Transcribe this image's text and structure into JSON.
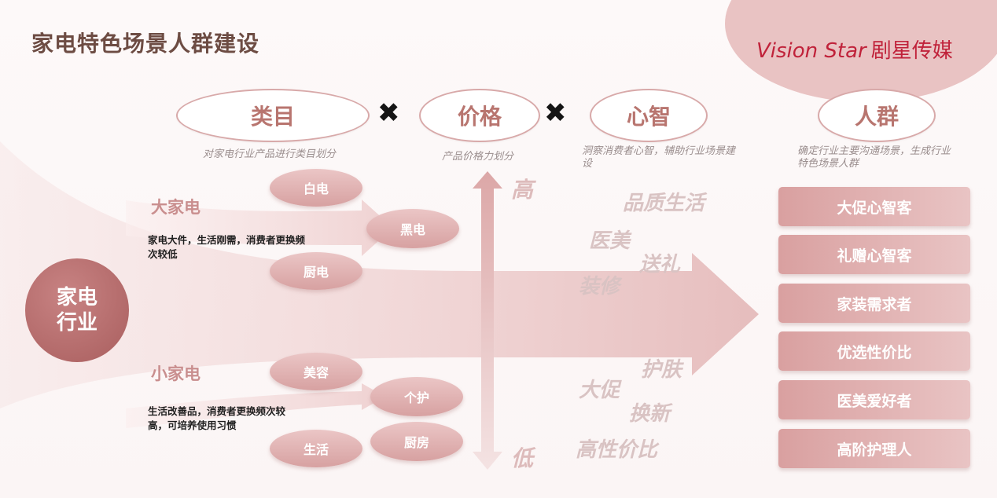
{
  "title": "家电特色场景人群建设",
  "logo": {
    "latin": "Vision Star",
    "cn": "剧星传媒"
  },
  "headers": [
    {
      "label": "类目",
      "subtitle": "对家电行业产品进行类目划分"
    },
    {
      "label": "价格",
      "subtitle": "产品价格力划分"
    },
    {
      "label": "心智",
      "subtitle": "洞察消费者心智，辅助行业场景建设"
    },
    {
      "label": "人群",
      "subtitle": "确定行业主要沟通场景，生成行业特色场景人群"
    }
  ],
  "operator_symbol": "✖",
  "industry": {
    "line1": "家电",
    "line2": "行业"
  },
  "big_appliance": {
    "label": "大家电",
    "desc": "家电大件，生活刚需，消费者更换频次较低",
    "items": [
      "白电",
      "黑电",
      "厨电"
    ]
  },
  "small_appliance": {
    "label": "小家电",
    "desc": "生活改善品，消费者更换频次较高，可培养使用习惯",
    "items": [
      "美容",
      "个护",
      "生活",
      "厨房"
    ]
  },
  "price": {
    "high": "高",
    "low": "低"
  },
  "mindset_keywords": {
    "upper": [
      "品质生活",
      "医美",
      "送礼",
      "装修"
    ],
    "lower": [
      "护肤",
      "大促",
      "换新",
      "高性价比"
    ]
  },
  "crowds": [
    "大促心智客",
    "礼赠心智客",
    "家装需求者",
    "优选性价比",
    "医美爱好者",
    "高阶护理人"
  ],
  "colors": {
    "accent": "#c98e8e",
    "dark_accent": "#a95e5e",
    "logo_red": "#c0223a"
  }
}
